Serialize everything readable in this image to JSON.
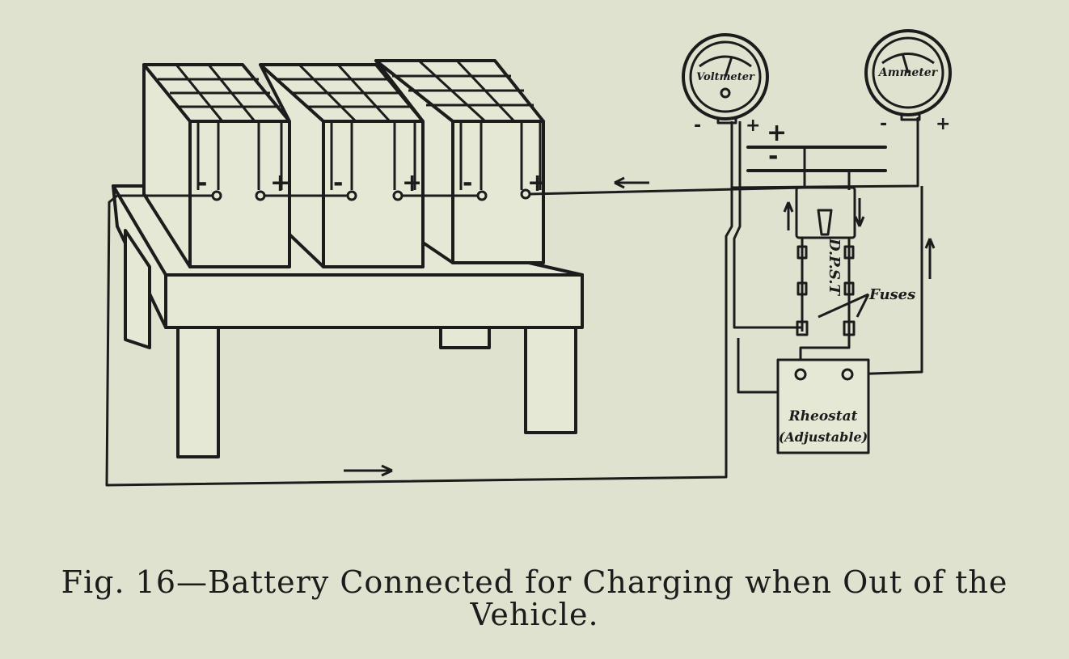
{
  "diagram": {
    "batteries": [
      {
        "neg": "-",
        "pos": "+"
      },
      {
        "neg": "-",
        "pos": "+"
      },
      {
        "neg": "-",
        "pos": "+"
      }
    ],
    "meters": {
      "voltmeter": {
        "label": "Voltmeter",
        "minus": "-",
        "plus": "+"
      },
      "ammeter": {
        "label": "Ammeter",
        "minus": "-",
        "plus": "+"
      }
    },
    "bus": {
      "plus": "+",
      "minus": "-"
    },
    "switch_label": "D.P.S.T",
    "fuses_label": "Fuses",
    "rheostat": {
      "line1": "Rheostat",
      "line2": "(Adjustable)"
    }
  },
  "caption": {
    "line1": "Fig. 16—Battery Connected for Charging when Out of the",
    "line2": "Vehicle."
  }
}
